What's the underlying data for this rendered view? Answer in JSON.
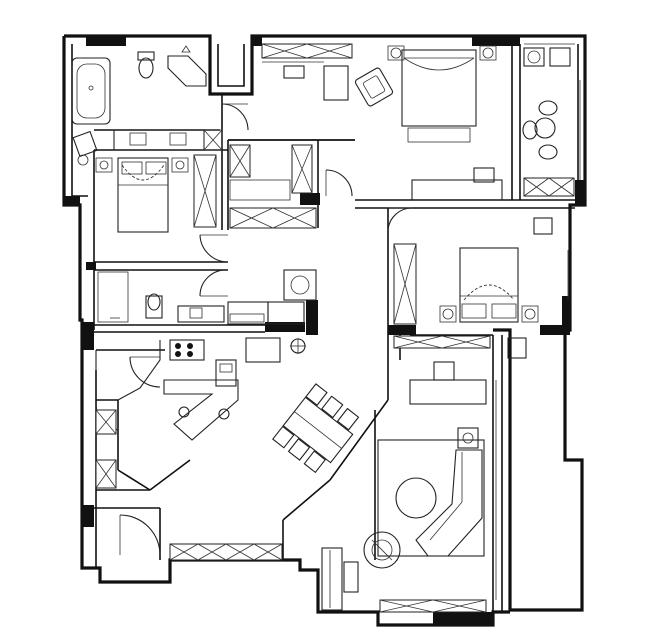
{
  "plan": {
    "background": "#ffffff",
    "line_color": "#111111",
    "rooms": [
      {
        "id": "master-bath"
      },
      {
        "id": "master-bedroom"
      },
      {
        "id": "dressing-area"
      },
      {
        "id": "balcony-study"
      },
      {
        "id": "second-bedroom"
      },
      {
        "id": "third-bedroom"
      },
      {
        "id": "guest-bath"
      },
      {
        "id": "kitchen"
      },
      {
        "id": "dining"
      },
      {
        "id": "living-room"
      },
      {
        "id": "entry"
      }
    ]
  }
}
